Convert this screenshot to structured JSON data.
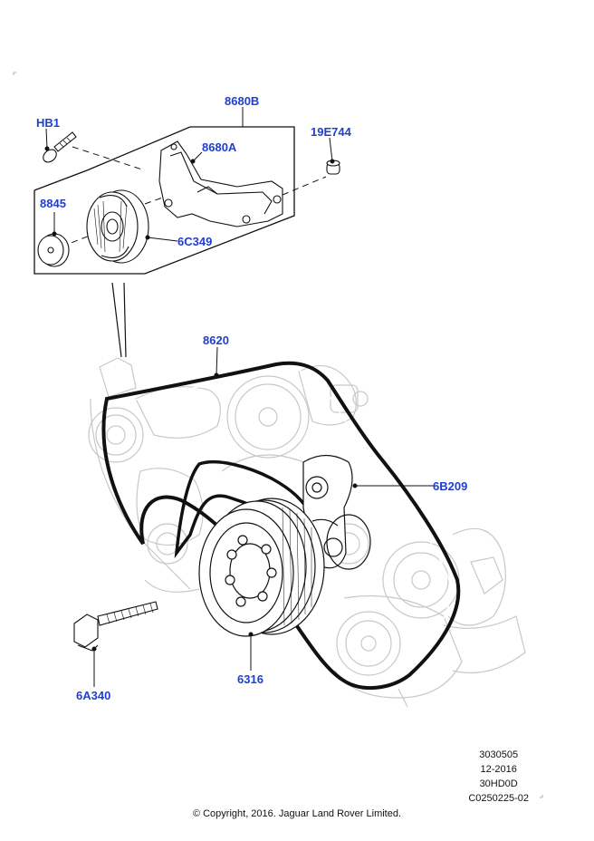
{
  "callouts": {
    "c8680B": "8680B",
    "cHB1": "HB1",
    "c8680A": "8680A",
    "c19E744": "19E744",
    "c8845": "8845",
    "c6C349": "6C349",
    "c8620": "8620",
    "c6B209": "6B209",
    "c6A340": "6A340",
    "c6316": "6316"
  },
  "footer": {
    "ref_number": "3030505",
    "date": "12-2016",
    "engine_code": "30HD0D",
    "illustration_id": "C0250225-02",
    "copyright": "© Copyright, 2016. Jaguar Land Rover Limited."
  },
  "colors": {
    "callout": "#1f3fd1",
    "line": "#111111",
    "ghost": "#c8c8c8"
  }
}
